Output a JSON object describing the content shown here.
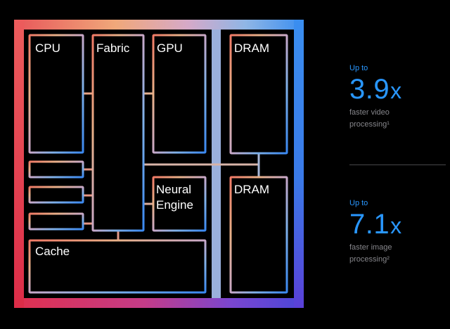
{
  "chip": {
    "blocks": {
      "cpu": "CPU",
      "fabric": "Fabric",
      "gpu": "GPU",
      "dram_top": "DRAM",
      "dram_bottom": "DRAM",
      "neural_line1": "Neural",
      "neural_line2": "Engine",
      "cache": "Cache"
    },
    "gradient_colors": [
      "#e8565a",
      "#f0a87a",
      "#d6a9c8",
      "#8fb6e6",
      "#3a8ef0",
      "#6a4bd8",
      "#d8304a"
    ]
  },
  "stats": [
    {
      "prefix": "Up to",
      "value": "3.9",
      "unit": "x",
      "desc_line1": "faster video",
      "desc_line2": "processing¹"
    },
    {
      "prefix": "Up to",
      "value": "7.1",
      "unit": "x",
      "desc_line1": "faster image",
      "desc_line2": "processing²"
    }
  ],
  "colors": {
    "accent": "#2997ff",
    "muted_text": "#86868b",
    "background": "#000000"
  }
}
